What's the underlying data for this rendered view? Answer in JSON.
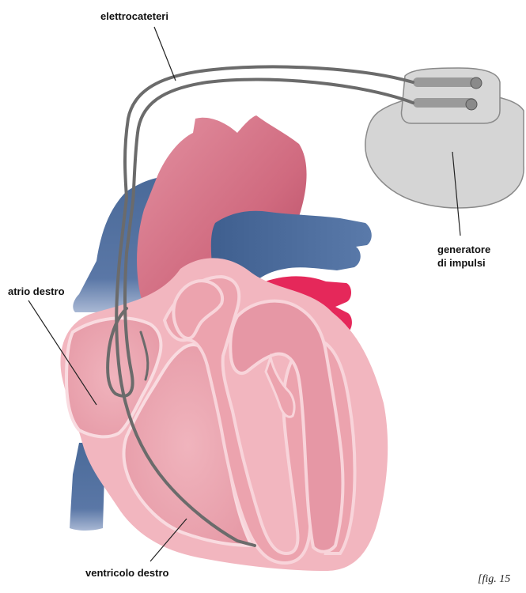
{
  "labels": {
    "leads": "elettrocateteri",
    "generator_line1": "generatore",
    "generator_line2": "di impulsi",
    "right_atrium": "atrio destro",
    "right_ventricle": "ventricolo destro",
    "figure_ref": "[fig. 15"
  },
  "colors": {
    "outer_heart": "#f2b6bf",
    "inner_heart": "#eca3ae",
    "inner_stroke": "#f8d4da",
    "aorta": "#d46d80",
    "aorta_dark": "#b8475e",
    "vein": "#4e6e9c",
    "vein_light": "#8ea3c6",
    "artery_bright": "#e5285a",
    "lead_wire": "#6b6b6b",
    "generator_body": "#d5d5d5",
    "generator_stroke": "#8a8a8a"
  }
}
